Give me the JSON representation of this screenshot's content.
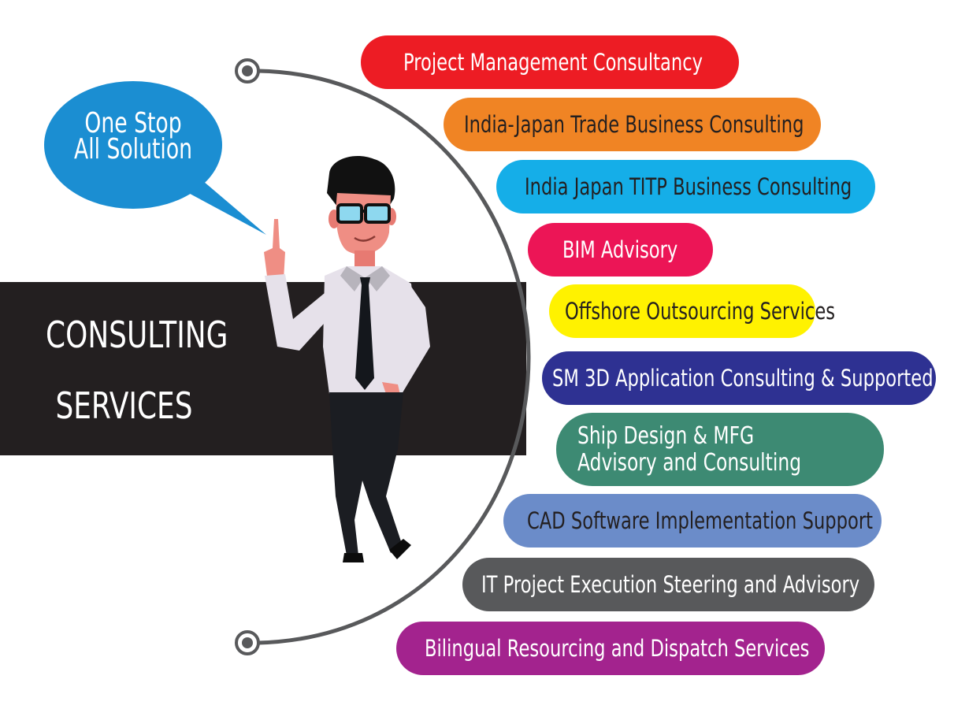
{
  "bubble": {
    "line1": "One Stop",
    "line2": "All Solution",
    "color": "#1b8ed2"
  },
  "band": {
    "line1": "CONSULTING",
    "line2": "SERVICES",
    "color": "#231f20"
  },
  "illustration": {
    "subject": "cartoon businessman with glasses pointing up"
  },
  "services": [
    {
      "label": "Project Management Consultancy",
      "bg": "#ed1c24",
      "fg": "#ffffff"
    },
    {
      "label": "India-Japan Trade Business Consulting",
      "bg": "#f08424",
      "fg": "#231f20"
    },
    {
      "label": "India Japan TITP Business Consulting",
      "bg": "#15aee8",
      "fg": "#231f20"
    },
    {
      "label": "BIM Advisory",
      "bg": "#ec1556",
      "fg": "#ffffff"
    },
    {
      "label": "Offshore Outsourcing Services",
      "bg": "#fff200",
      "fg": "#231f20"
    },
    {
      "label": "SM 3D Application Consulting  & Supported",
      "bg": "#2e3192",
      "fg": "#ffffff"
    },
    {
      "label1": "Ship Design & MFG",
      "label2": "Advisory and Consulting",
      "bg": "#3d8a73",
      "fg": "#ffffff"
    },
    {
      "label": "CAD Software Implementation Support",
      "bg": "#6b8cc9",
      "fg": "#231f20"
    },
    {
      "label": "IT Project Execution Steering and Advisory",
      "bg": "#58595b",
      "fg": "#ffffff"
    },
    {
      "label": "Bilingual Resourcing and Dispatch  Services",
      "bg": "#a3238e",
      "fg": "#ffffff"
    }
  ]
}
